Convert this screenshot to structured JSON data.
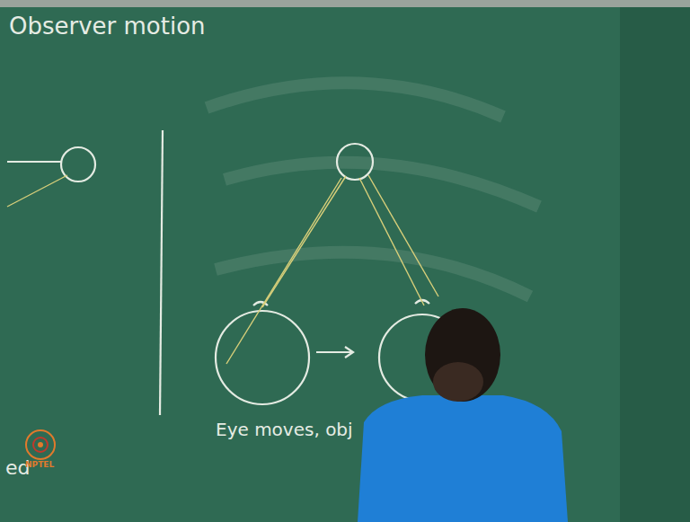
{
  "diagram": {
    "labels": [
      "Observer motion",
      "Eye moves, obj",
      "ed",
      "NPTEL"
    ]
  }
}
